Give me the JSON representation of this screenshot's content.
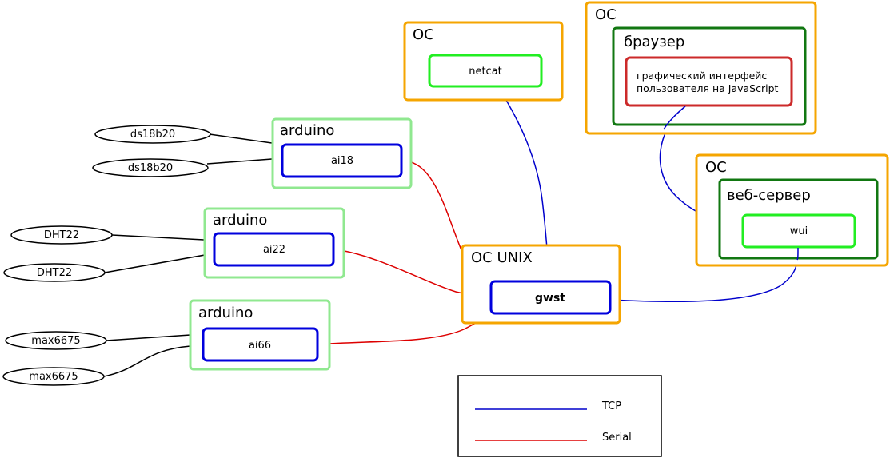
{
  "sensors": {
    "ds1": "ds18b20",
    "ds2": "ds18b20",
    "dht1": "DHT22",
    "dht2": "DHT22",
    "max1": "max6675",
    "max2": "max6675"
  },
  "arduino": {
    "a18": {
      "title": "arduino",
      "node": "ai18"
    },
    "a22": {
      "title": "arduino",
      "node": "ai22"
    },
    "a66": {
      "title": "arduino",
      "node": "ai66"
    }
  },
  "unix": {
    "title": "ОС UNIX",
    "node": "gwst"
  },
  "netcat_os": {
    "title": "ОС",
    "node": "netcat"
  },
  "browser_os": {
    "title": "ОС",
    "browser": "браузер",
    "gui_line1": "графический интерфейс",
    "gui_line2": "пользователя на JavaScript"
  },
  "server_os": {
    "title": "ОС",
    "server": "веб-сервер",
    "node": "wui"
  },
  "legend": {
    "tcp": "TCP",
    "serial": "Serial"
  },
  "colors": {
    "tcp": "#0000cc",
    "serial": "#dd0000",
    "os_border": "#f5a500",
    "arduino_border": "#90e890",
    "node_border": "#0000dd",
    "green_node": "#22ee22",
    "dark_green": "#117711",
    "gui_border": "#cc2a2a"
  }
}
